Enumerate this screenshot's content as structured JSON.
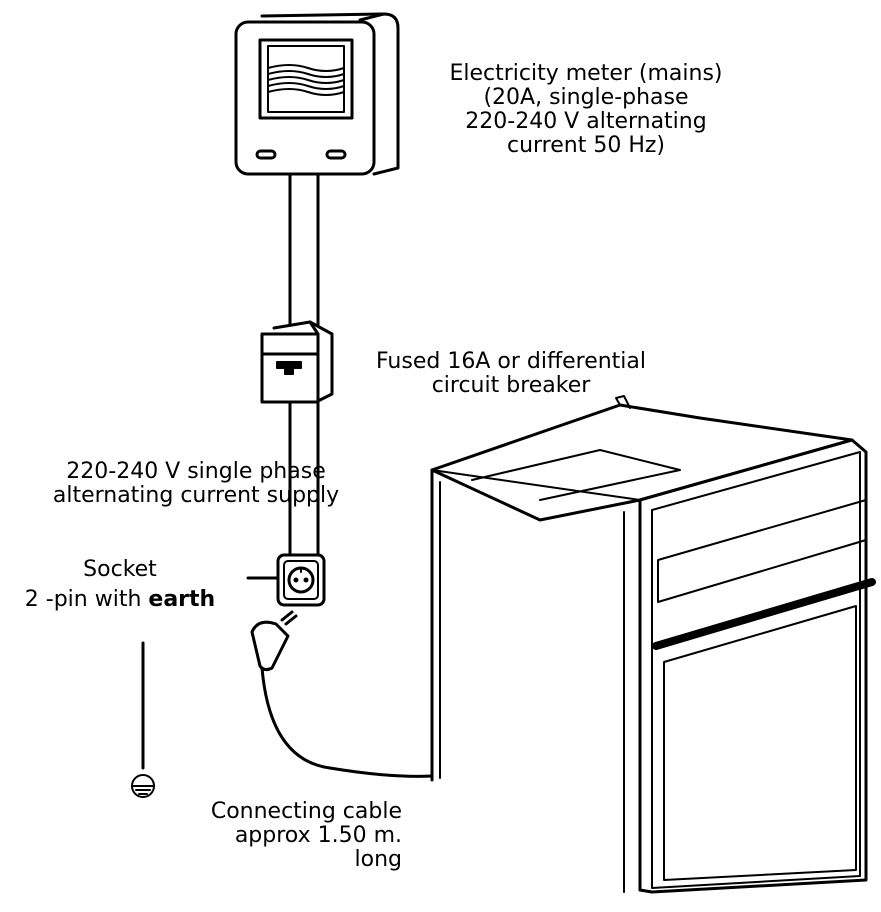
{
  "labels": {
    "meter": {
      "line1": "Electricity meter (mains)",
      "line2": "(20A, single-phase",
      "line3": "220-240 V alternating",
      "line4": "current 50 Hz)"
    },
    "breaker": {
      "line1": "Fused 16A or differential",
      "line2": "circuit breaker"
    },
    "supply": {
      "line1": "220-240 V single phase",
      "line2": "alternating current supply"
    },
    "socket": {
      "line1": "Socket",
      "line2_prefix": "2 -pin with ",
      "line2_bold": "earth"
    },
    "cable": {
      "line1": "Connecting cable",
      "line2": "approx 1.50 m.",
      "line3": "long"
    }
  },
  "icons": {
    "meter": "electricity-meter-icon",
    "breaker": "circuit-breaker-icon",
    "socket": "wall-socket-icon",
    "plug": "plug-icon",
    "earth": "earth-ground-icon",
    "oven": "oven-appliance-icon"
  },
  "colors": {
    "stroke": "#000000",
    "fill": "#ffffff"
  }
}
